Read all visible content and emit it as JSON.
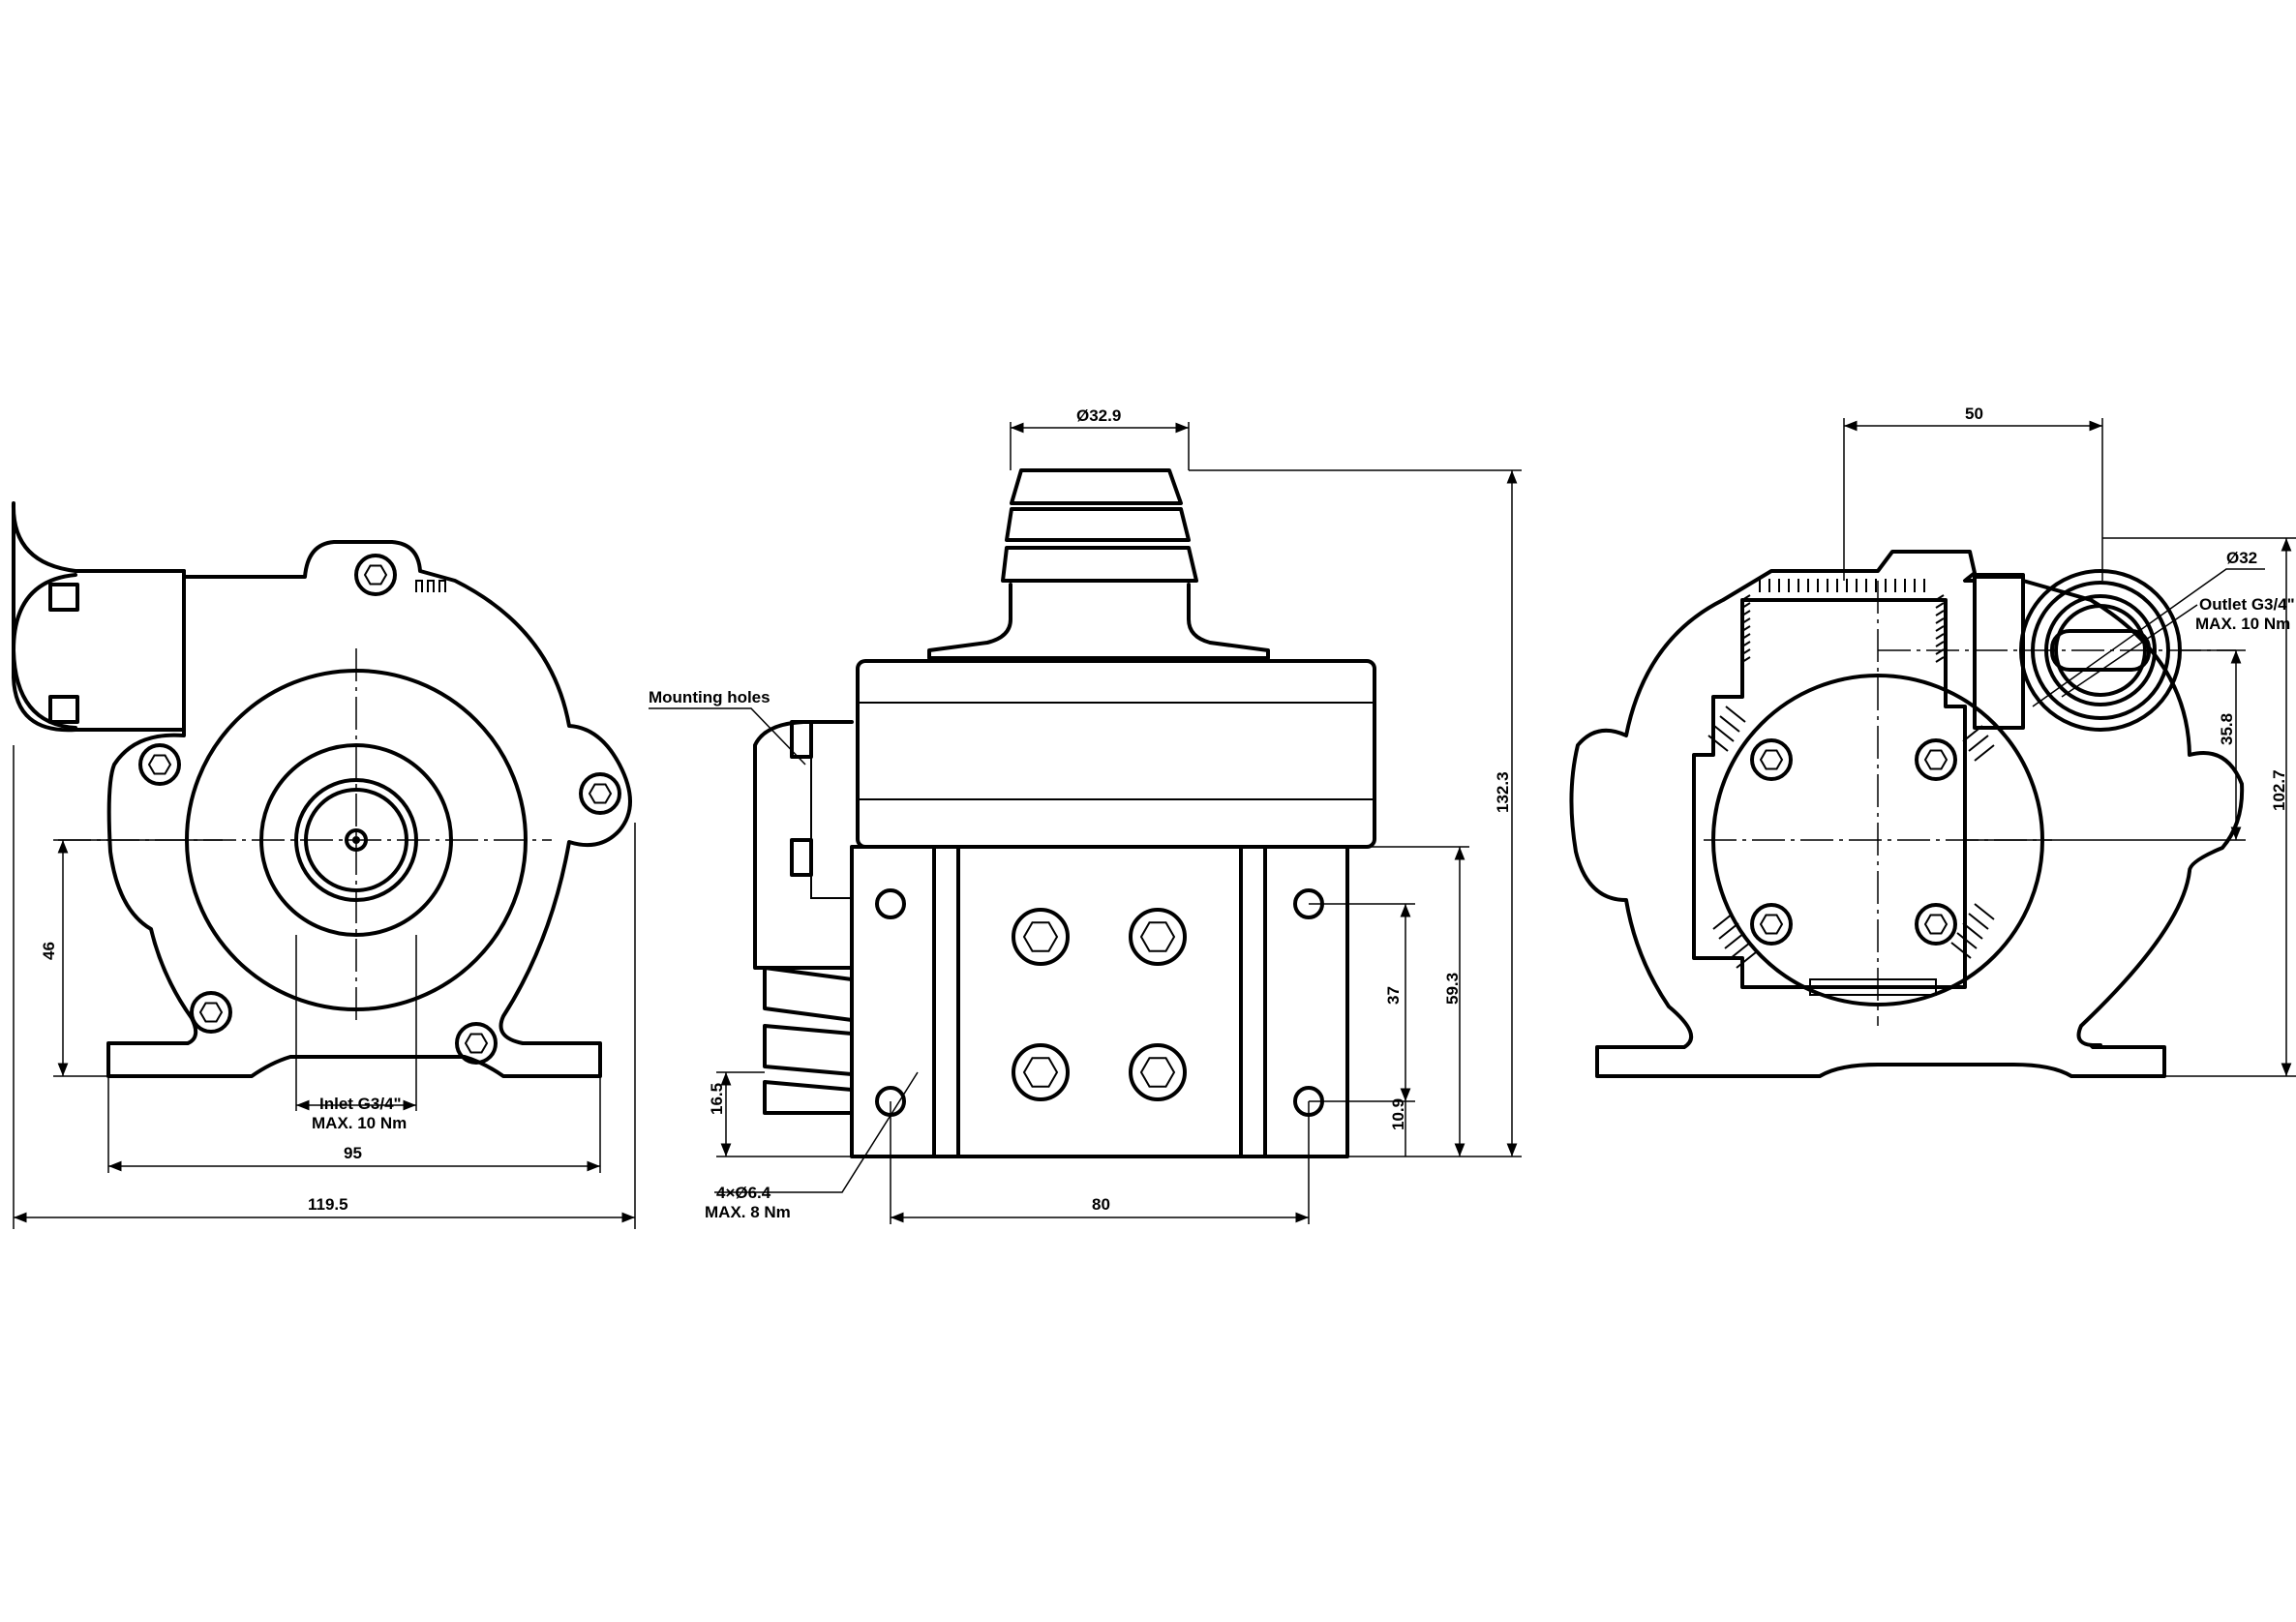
{
  "front_view": {
    "dim_width": "119.5",
    "dim_feet": "95",
    "dim_axis_height": "46",
    "inlet_line1": "Inlet G3/4\"",
    "inlet_line2": "MAX. 10 Nm"
  },
  "side_view": {
    "dim_nozzle_dia": "Ø32.9",
    "dim_total_height": "132.3",
    "dim_plate_height": "59.3",
    "dim_hole_pitch_v": "37",
    "dim_hole_bottom": "10.9",
    "dim_base_height": "16.5",
    "dim_hole_pitch_h": "80",
    "mounting_holes_label": "Mounting holes",
    "holes_line1": "4×Ø6.4",
    "holes_line2": "MAX. 8 Nm"
  },
  "rear_view": {
    "dim_top": "50",
    "dim_outlet_dia": "Ø32",
    "outlet_line1": "Outlet G3/4\"",
    "outlet_line2": "MAX. 10 Nm",
    "dim_outlet_height": "35.8",
    "dim_total_height": "102.7"
  },
  "icons": [
    "hex-socket-screw-icon",
    "mounting-hole-icon",
    "centerline-icon"
  ]
}
